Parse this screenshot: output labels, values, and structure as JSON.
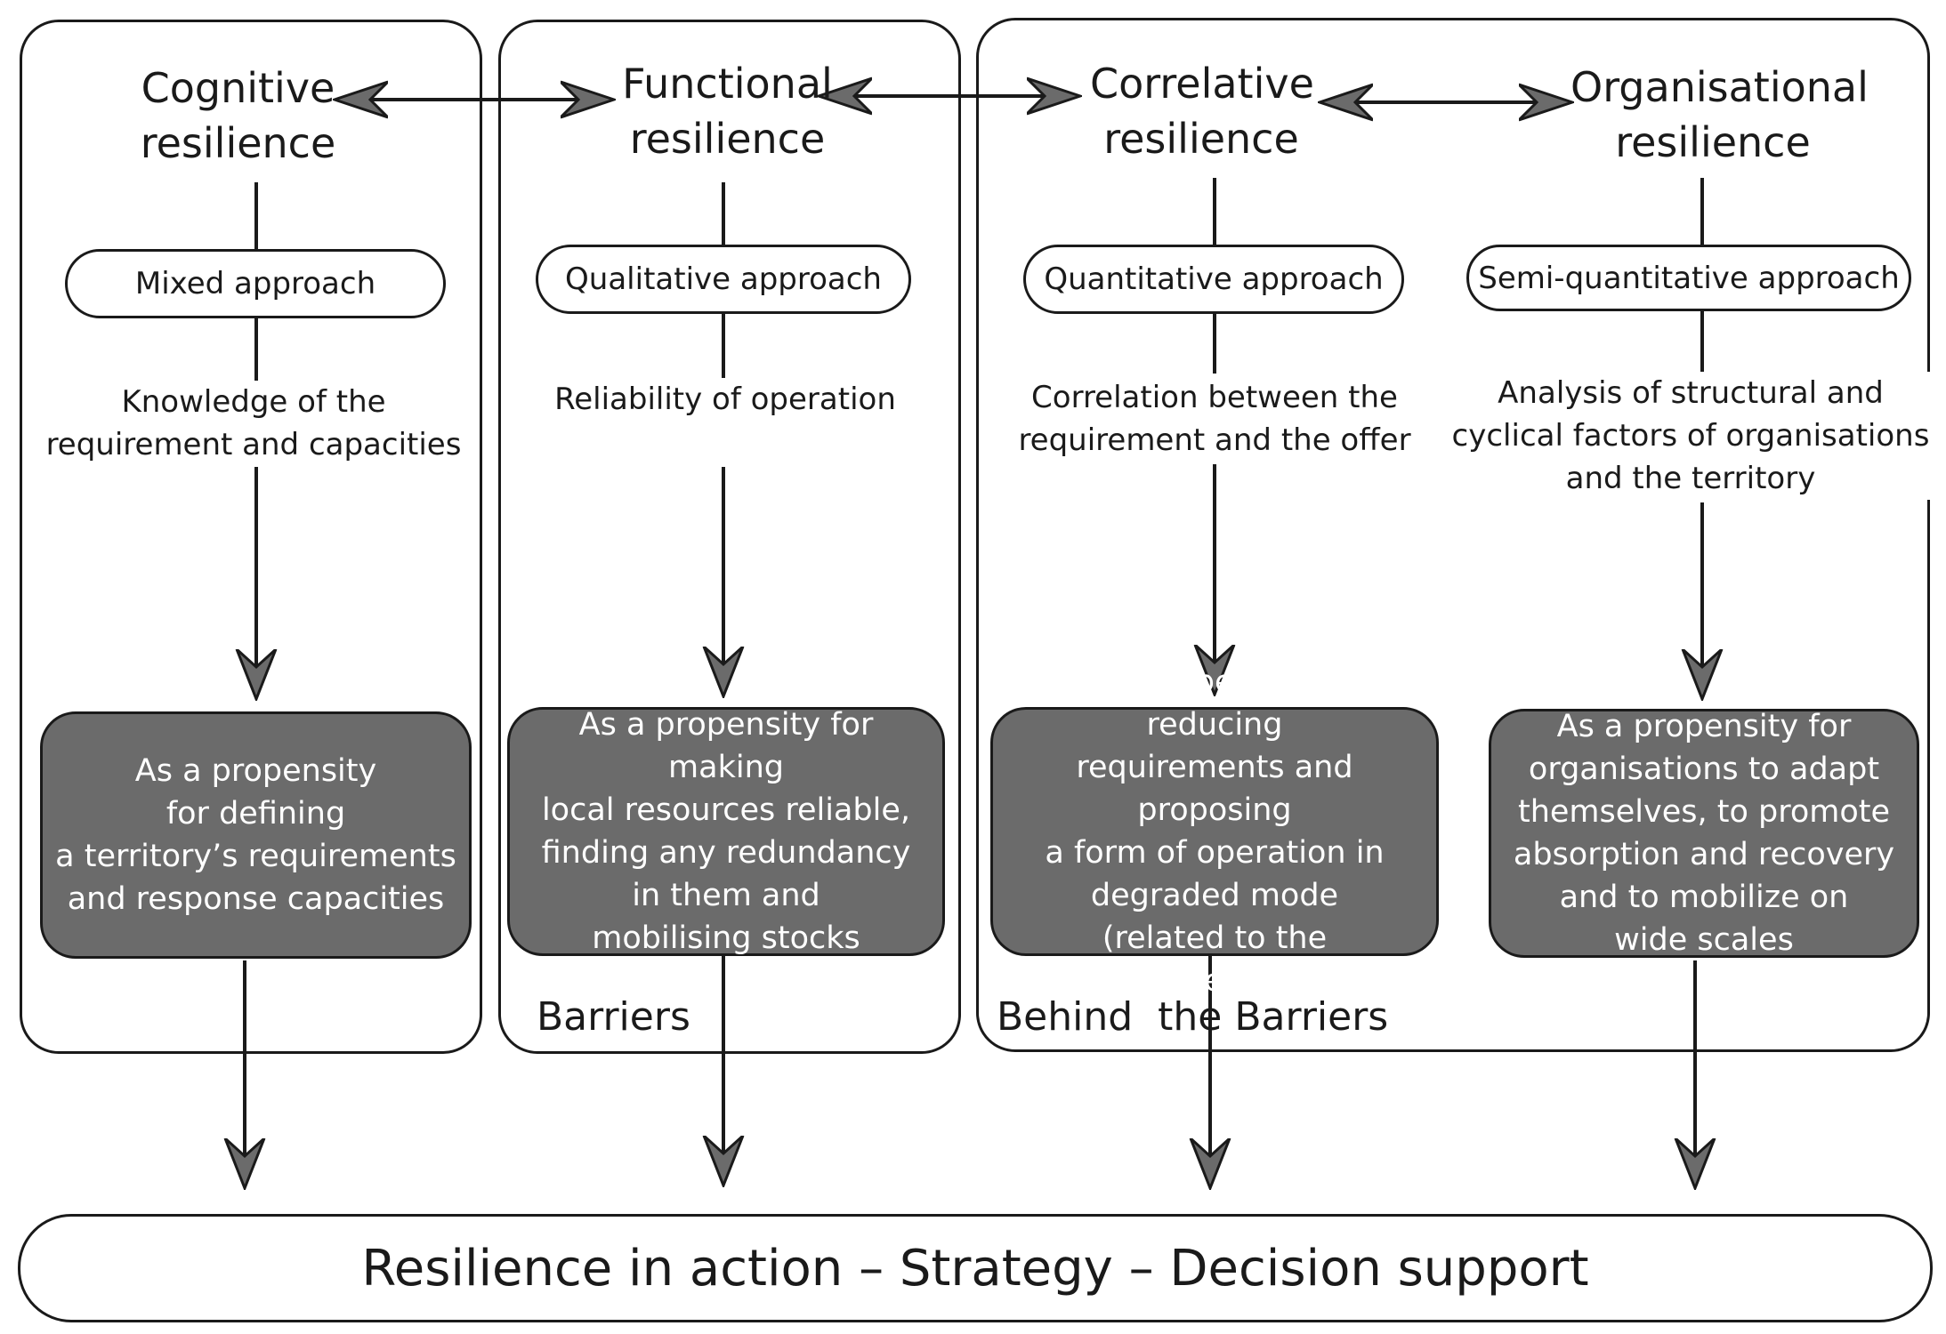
{
  "columns": [
    {
      "title": "Cognitive resilience",
      "approach": "Mixed approach",
      "description": "Knowledge of the requirement and capacities",
      "outcome": [
        "As a propensity",
        "for defining",
        "a territory’s requirements",
        "and response capacities"
      ]
    },
    {
      "title": "Functional resilience",
      "approach": "Qualitative approach",
      "description": "Reliability of operation",
      "outcome": [
        "As a propensity for making",
        "local resources reliable,",
        "finding any redundancy",
        "in them and",
        "mobilising stocks"
      ]
    },
    {
      "title": "Correlative resilience",
      "approach": "Quantitative approach",
      "description": "Correlation between the requirement and the offer",
      "outcome": [
        "As a propensity for reducing",
        "requirements and proposing",
        "a form of operation in",
        "degraded mode",
        "(related to the requirement)"
      ]
    },
    {
      "title": "Organisational resilience",
      "approach": "Semi-quantitative approach",
      "description": "Analysis of structural and cyclical factors of organisations and the territory",
      "outcome": [
        "As a propensity for",
        "organisations to adapt",
        "themselves, to promote",
        "absorption and recovery",
        "and to mobilize on",
        "wide scales"
      ]
    }
  ],
  "panel_labels": {
    "barriers": "Barriers",
    "behind_barriers": "Behind  the Barriers"
  },
  "bottom_bar": "Resilience in action – Strategy – Decision support",
  "colors": {
    "outcome_fill": "#6b6b6b",
    "arrowhead_fill": "#6b6b6b",
    "stroke": "#1a1a1a"
  }
}
